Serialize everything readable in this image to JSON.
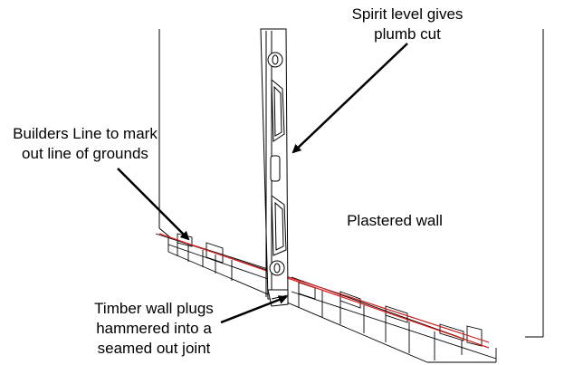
{
  "labels": {
    "spirit_level": [
      "Spirit level gives",
      "plumb cut"
    ],
    "builders_line": [
      "Builders Line to mark",
      "out line of grounds"
    ],
    "plastered_wall": [
      "Plastered wall"
    ],
    "timber_plugs": [
      "Timber wall plugs",
      "hammered into a",
      "seamed out joint"
    ]
  },
  "colors": {
    "outline": "#000000",
    "builders_line": "#e02020",
    "background": "#ffffff"
  }
}
